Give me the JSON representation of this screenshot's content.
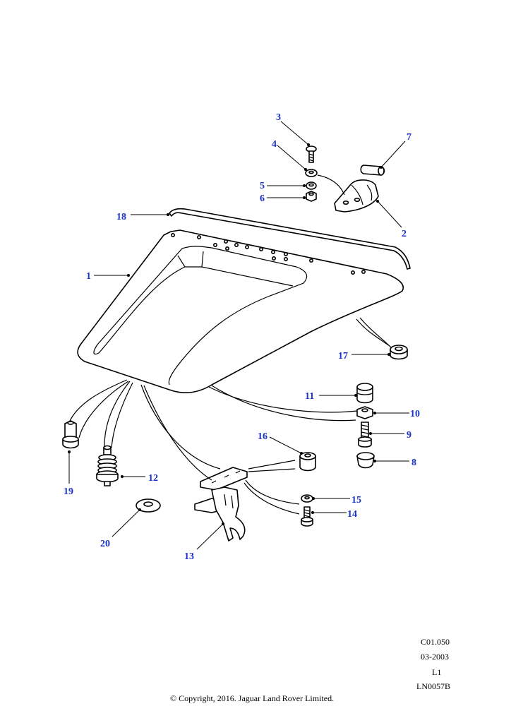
{
  "diagram": {
    "callouts": [
      "1",
      "2",
      "3",
      "4",
      "5",
      "6",
      "7",
      "8",
      "9",
      "10",
      "11",
      "12",
      "13",
      "14",
      "15",
      "16",
      "17",
      "18",
      "19",
      "20"
    ]
  },
  "footer": {
    "code": "C01.050",
    "date": "03-2003",
    "level": "L1",
    "ref": "LN0057B",
    "copyright": "© Copyright, 2016. Jaguar Land Rover Limited."
  }
}
